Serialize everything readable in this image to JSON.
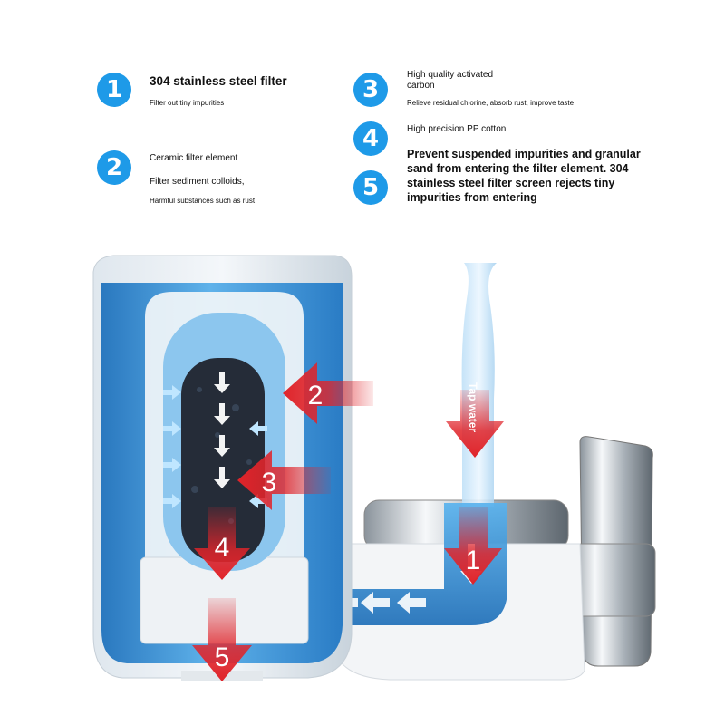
{
  "features": [
    {
      "number": "1",
      "title": "304 stainless steel filter",
      "lines": [
        "Filter out tiny impurities"
      ]
    },
    {
      "number": "2",
      "title": "Ceramic filter element",
      "lines": [
        "Filter sediment colloids,",
        "Harmful substances such as rust"
      ]
    },
    {
      "number": "3",
      "title": "High quality activated",
      "title2": "carbon",
      "lines": [
        "Relieve residual chlorine, absorb rust, improve taste"
      ]
    },
    {
      "number": "4",
      "title": "High precision PP cotton",
      "lines": []
    },
    {
      "number": "5",
      "title": "",
      "lines": [
        "Prevent suspended impurities and granular sand from entering the filter element. 304 stainless steel filter screen rejects tiny impurities from entering"
      ]
    }
  ],
  "diagram": {
    "stage_labels": [
      "1",
      "2",
      "3",
      "4",
      "5"
    ],
    "tap_water_label": "Tap water"
  },
  "colors": {
    "badge_blue": "#1e9ae8",
    "arrow_red": "#e0242a",
    "water_blue": "#2d86cc",
    "chrome": "#c9ced3"
  }
}
